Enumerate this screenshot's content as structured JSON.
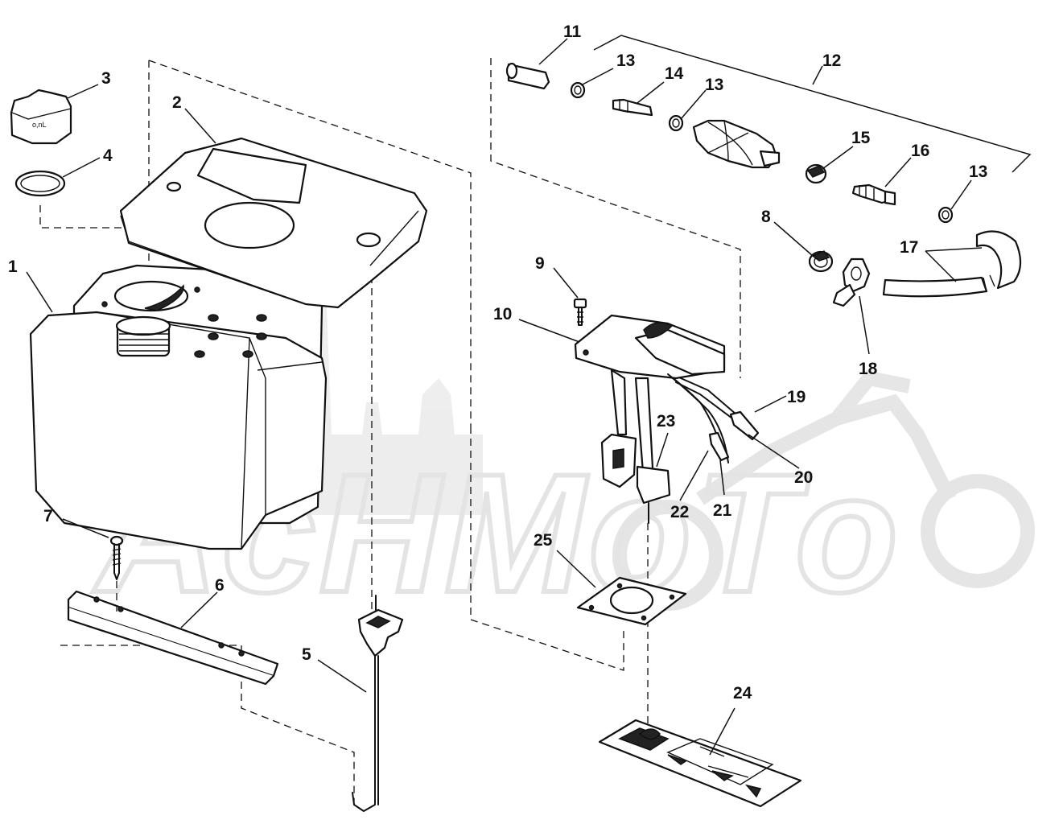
{
  "watermark": {
    "text": "AcHMoTo"
  },
  "callouts": [
    {
      "id": "1",
      "label": "1"
    },
    {
      "id": "2",
      "label": "2"
    },
    {
      "id": "3",
      "label": "3"
    },
    {
      "id": "4",
      "label": "4"
    },
    {
      "id": "5",
      "label": "5"
    },
    {
      "id": "6",
      "label": "6"
    },
    {
      "id": "7",
      "label": "7"
    },
    {
      "id": "8",
      "label": "8"
    },
    {
      "id": "9",
      "label": "9"
    },
    {
      "id": "10",
      "label": "10"
    },
    {
      "id": "11",
      "label": "11"
    },
    {
      "id": "12",
      "label": "12"
    },
    {
      "id": "13a",
      "label": "13"
    },
    {
      "id": "13b",
      "label": "13"
    },
    {
      "id": "13c",
      "label": "13"
    },
    {
      "id": "14",
      "label": "14"
    },
    {
      "id": "15",
      "label": "15"
    },
    {
      "id": "16",
      "label": "16"
    },
    {
      "id": "17",
      "label": "17"
    },
    {
      "id": "18",
      "label": "18"
    },
    {
      "id": "19",
      "label": "19"
    },
    {
      "id": "20",
      "label": "20"
    },
    {
      "id": "21",
      "label": "21"
    },
    {
      "id": "22",
      "label": "22"
    },
    {
      "id": "23",
      "label": "23"
    },
    {
      "id": "24",
      "label": "24"
    },
    {
      "id": "25",
      "label": "25"
    }
  ]
}
